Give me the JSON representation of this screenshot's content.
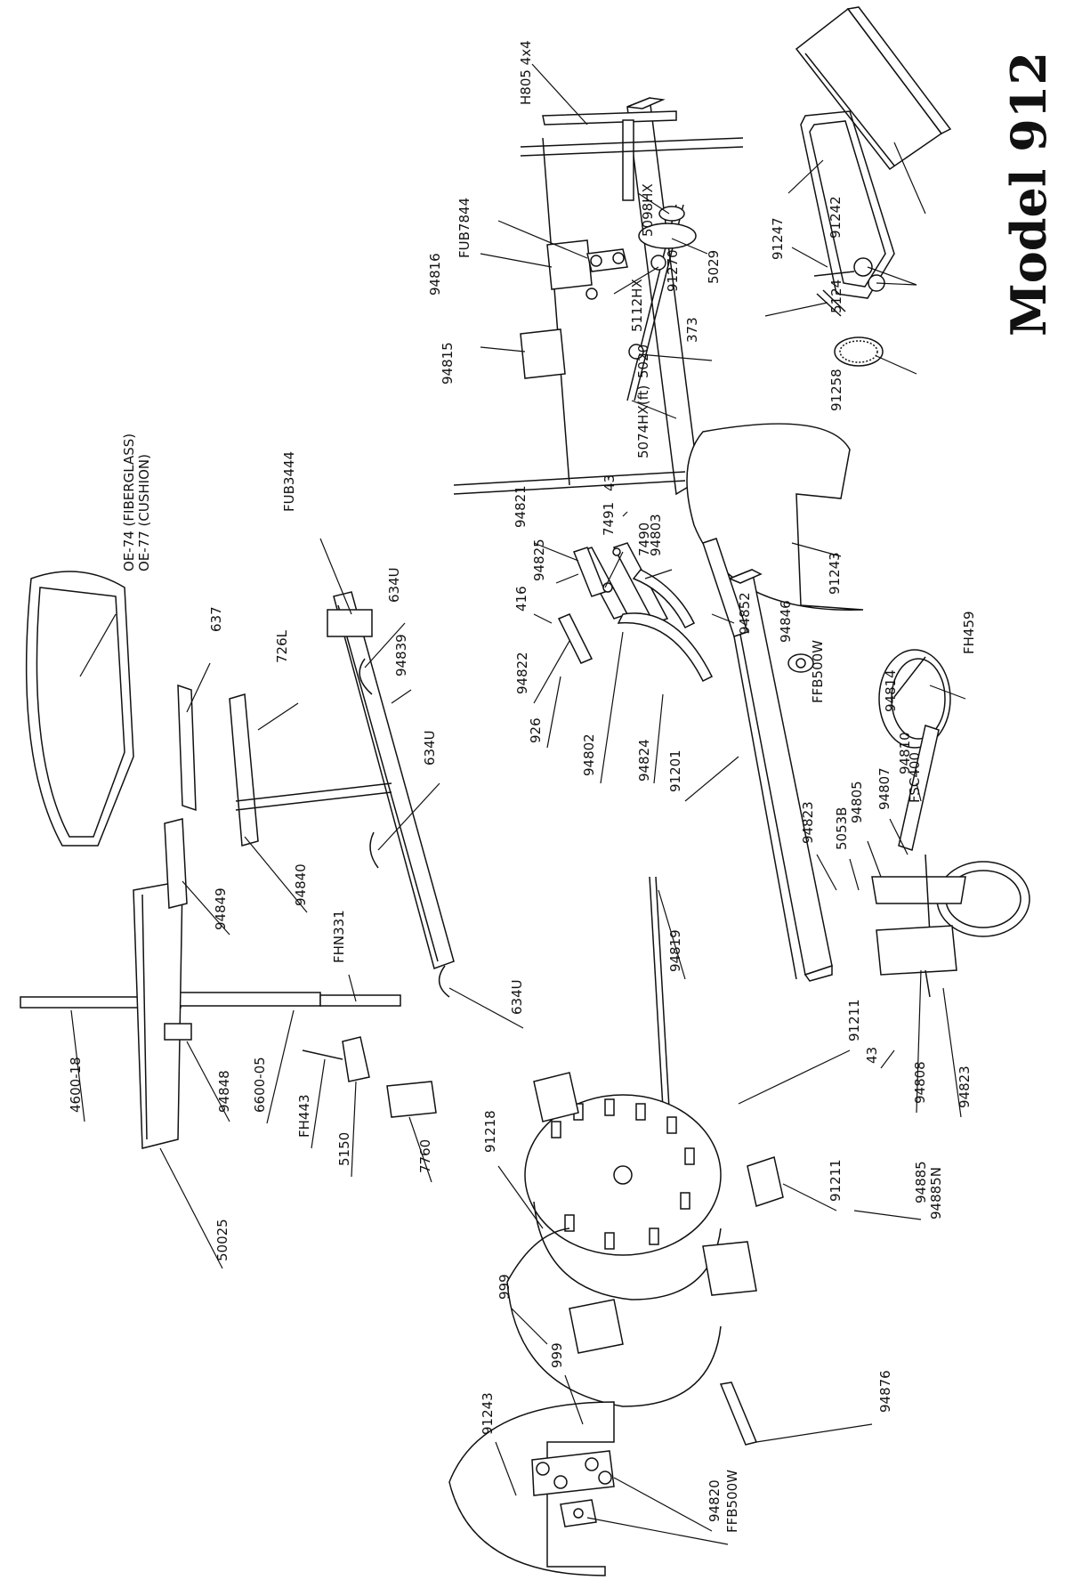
{
  "title": "Model 912",
  "parts": {
    "h805": "H805  4x4",
    "p5098hx": "5098HX",
    "fub7844": "FUB7844",
    "p91247": "91247",
    "p91242": "91242",
    "p94816": "94816",
    "p91270": "91270",
    "p5029": "5029",
    "p5112hx": "5112HX",
    "p5124": "5124",
    "p373": "373",
    "p94815": "94815",
    "p5020": "5020",
    "p91258": "91258",
    "p5074hx": "5074HX(ft)",
    "oe74": "OE-74  (FIBERGLASS)",
    "oe77": "OE-77  (CUSHION)",
    "fub3444": "FUB3444",
    "p94821": "94821",
    "p43a": "43",
    "p7491": "7491",
    "p7490": "7490",
    "p94803": "94803",
    "p94825": "94825",
    "p91243a": "91243",
    "p416": "416",
    "p637": "637",
    "p634u_a": "634U",
    "p94852": "94852",
    "p94846": "94846",
    "p726l": "726L",
    "p94839": "94839",
    "p94822": "94822",
    "ffb500w_a": "FFB500W",
    "fh459": "FH459",
    "p94814": "94814",
    "p926": "926",
    "p634u_b": "634U",
    "p94802": "94802",
    "p94824": "94824",
    "p91201": "91201",
    "p94810": "94810",
    "fsc400": "FSC400",
    "p94807": "94807",
    "p94805": "94805",
    "p5053b": "5053B",
    "p94823a": "94823",
    "p94840": "94840",
    "p94849": "94849",
    "fhn331": "FHN331",
    "p94819": "94819",
    "p634u_c": "634U",
    "p4600_18": "4600-18",
    "p94848": "94848",
    "p6600_05": "6600-05",
    "fh443": "FH443",
    "p5150": "5150",
    "p7760": "7760",
    "p91211a": "91211",
    "p43b": "43",
    "p94808": "94808",
    "p94823b": "94823",
    "p91218": "91218",
    "p91211b": "91211",
    "p94885": "94885",
    "p94885n": "94885N",
    "p50025": "50025",
    "p999a": "999",
    "p94876": "94876",
    "p999b": "999",
    "p91243b": "91243",
    "p94820": "94820",
    "ffb500w_b": "FFB500W"
  }
}
